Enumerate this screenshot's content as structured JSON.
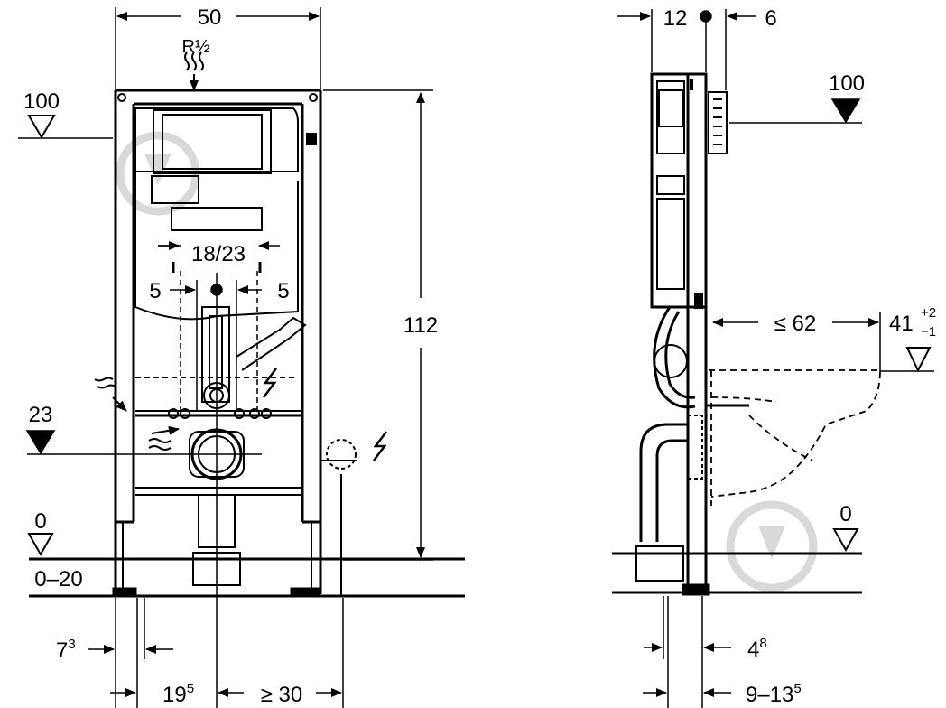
{
  "front": {
    "width": "50",
    "pipe": "R½",
    "height": "112",
    "spacing": "18/23",
    "offset_left": "5",
    "offset_right": "5",
    "level_top": "100",
    "level_mid": "23",
    "level_zero": "0",
    "floor_range": "0–20",
    "dim_a_base": "7",
    "dim_a_sup": "3",
    "dim_b_base": "19",
    "dim_b_sup": "5",
    "dim_c": "≥ 30"
  },
  "side": {
    "depth_a": "12",
    "depth_b": "6",
    "level_top": "100",
    "reach": "≤ 62",
    "seat_base": "41",
    "seat_tol_plus": "+2",
    "seat_tol_minus": "−1",
    "level_zero": "0",
    "dim_d_base": "4",
    "dim_d_sup": "8",
    "dim_e_base": "9–13",
    "dim_e_sup": "5"
  },
  "colors": {
    "line": "#000000",
    "watermark": "#d9d9d9"
  }
}
